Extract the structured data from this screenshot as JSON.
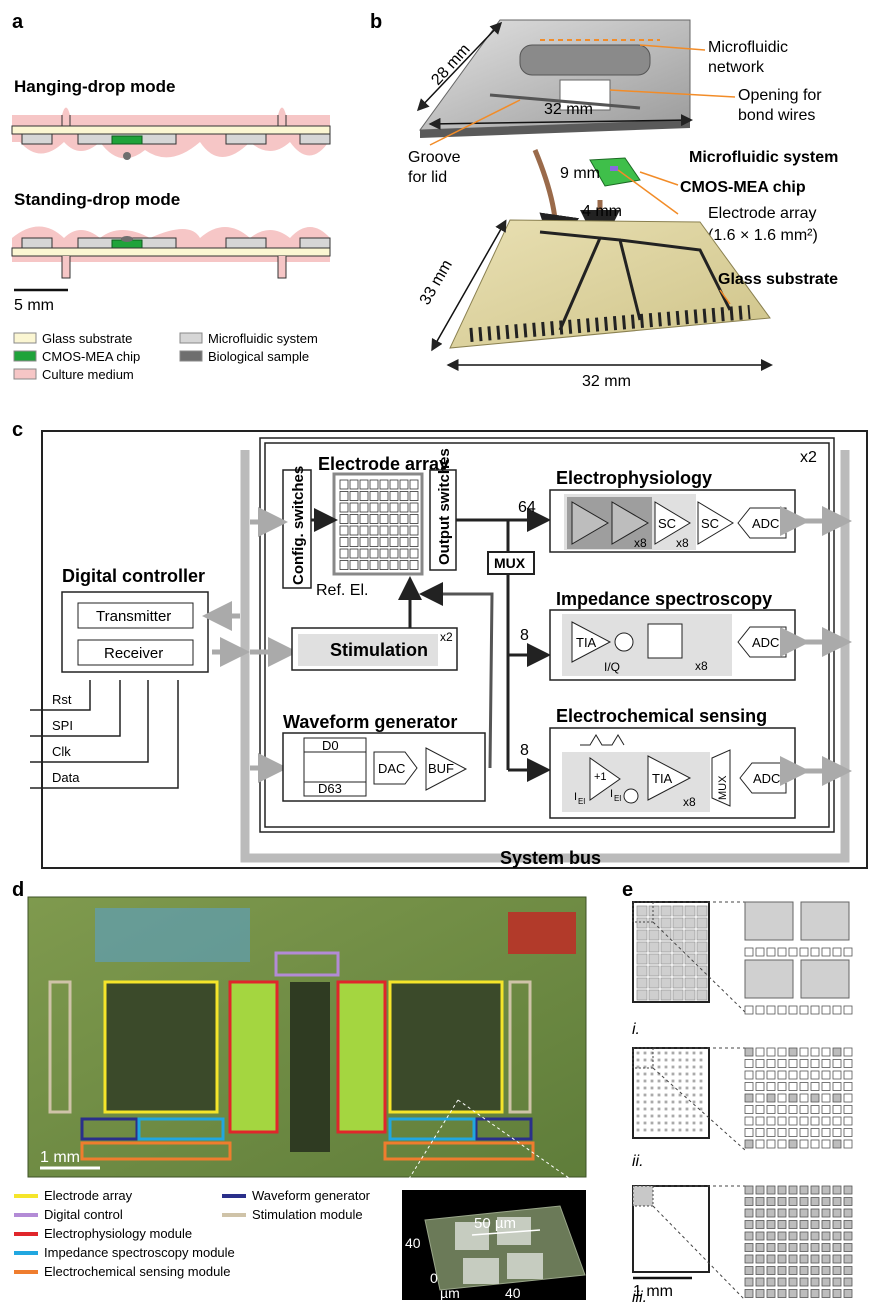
{
  "panels": [
    "a",
    "b",
    "c",
    "d",
    "e"
  ],
  "a": {
    "mode1": "Hanging-drop mode",
    "mode2": "Standing-drop mode",
    "scale": "5 mm",
    "legend": [
      {
        "label": "Glass substrate",
        "color": "#fbf6d2"
      },
      {
        "label": "Microfluidic system",
        "color": "#d6d6d6"
      },
      {
        "label": "CMOS-MEA chip",
        "color": "#1fa33a"
      },
      {
        "label": "Biological sample",
        "color": "#6e6e6e"
      },
      {
        "label": "Culture medium",
        "color": "#f6c6c6"
      }
    ]
  },
  "b": {
    "dim_28": "28 mm",
    "dim_32_top": "32 mm",
    "dim_9": "9 mm",
    "dim_4": "4 mm",
    "dim_33": "33 mm",
    "dim_32_bottom": "32 mm",
    "microfluidic_network": [
      "Microfluidic",
      "network"
    ],
    "opening": [
      "Opening for",
      "bond wires"
    ],
    "groove": [
      "Groove",
      "for lid"
    ],
    "microfluidic_system": "Microfluidic system",
    "cmos_chip": "CMOS-MEA chip",
    "electrode_array": [
      "Electrode array",
      "(1.6 × 1.6 mm²)"
    ],
    "glass_substrate": "Glass substrate"
  },
  "c": {
    "x2": "x2",
    "config": "Config. switches",
    "electrode_array": "Electrode array",
    "output": "Output switches",
    "ref": "Ref. El.",
    "electrophysiology": "Electrophysiology",
    "n64": "64",
    "mux": "MUX",
    "sc": "SC",
    "adc": "ADC",
    "x8": "x8",
    "impedance": "Impedance spectroscopy",
    "n8": "8",
    "tia": "TIA",
    "iq": "I/Q",
    "digital_controller": "Digital controller",
    "transmitter": "Transmitter",
    "receiver": "Receiver",
    "stimulation": "Stimulation",
    "stim_x2": "x2",
    "waveform": "Waveform generator",
    "d0": "D0",
    "d63": "D63",
    "dac": "DAC",
    "buf": "BUF",
    "electrochemical": "Electrochemical sensing",
    "plus1": "+1",
    "iel": "I",
    "iel_sub": "El",
    "signals": [
      "Rst",
      "SPI",
      "Clk",
      "Data"
    ],
    "system_bus": "System bus"
  },
  "d": {
    "scale": "1 mm",
    "legend": [
      {
        "label": "Electrode array",
        "color": "#f5e52a"
      },
      {
        "label": "Waveform generator",
        "color": "#2a2f8a"
      },
      {
        "label": "Digital control",
        "color": "#b38bd6"
      },
      {
        "label": "Stimulation module",
        "color": "#cfc3a8"
      },
      {
        "label": "Electrophysiology module",
        "color": "#e0262b"
      },
      {
        "label": "Impedance spectroscopy module",
        "color": "#21a7e0"
      },
      {
        "label": "Electrochemical sensing module",
        "color": "#ef7d2e"
      }
    ],
    "inset_label": "50 µm",
    "inset_y": "40",
    "inset_x0": "0",
    "inset_um": "µm",
    "inset_x40": "40"
  },
  "e": {
    "i": "i.",
    "ii": "ii.",
    "iii": "iii.",
    "scale": "1 mm"
  }
}
